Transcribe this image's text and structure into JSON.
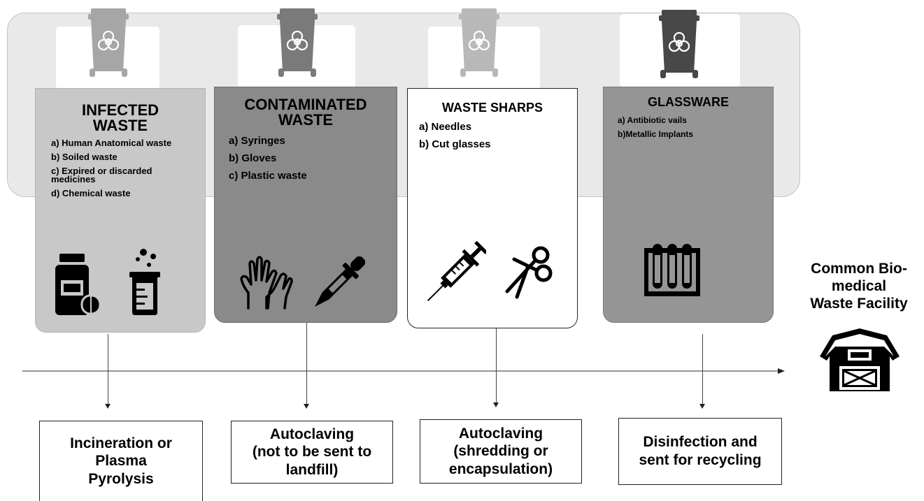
{
  "categories": [
    {
      "title": "INFECTED\nWASTE",
      "items": [
        "a) Human Anatomical waste",
        "b) Soiled waste",
        "c) Expired or discarded medicines",
        "d) Chemical waste"
      ],
      "icons": [
        "medicine-bottle-icon",
        "beaker-icon"
      ],
      "card_color": "#c8c8c8",
      "bin_color": "#a6a6a6",
      "outcome": "Incineration or\nPlasma\nPyrolysis"
    },
    {
      "title": "CONTAMINATED\nWASTE",
      "items": [
        "a) Syringes",
        "b) Gloves",
        "c) Plastic waste"
      ],
      "icons": [
        "gloves-icon",
        "dropper-icon"
      ],
      "card_color": "#8a8a8a",
      "bin_color": "#7a7a7a",
      "outcome": "Autoclaving\n(not to be sent to\nlandfill)"
    },
    {
      "title": "WASTE SHARPS",
      "items": [
        "a) Needles",
        "b) Cut glasses"
      ],
      "icons": [
        "syringe-icon",
        "scissors-icon"
      ],
      "card_color": "#ffffff",
      "bin_color": "#b8b8b8",
      "outcome": "Autoclaving\n(shredding or\nencapsulation)"
    },
    {
      "title": "GLASSWARE",
      "items": [
        "a) Antibiotic vails",
        "b)Metallic Implants"
      ],
      "icons": [
        "test-tube-rack-icon"
      ],
      "card_color": "#959595",
      "bin_color": "#484848",
      "outcome": "Disinfection and\nsent for recycling"
    }
  ],
  "facility": {
    "label": "Common Bio-\nmedical\nWaste Facility",
    "icon": "barn-icon"
  }
}
